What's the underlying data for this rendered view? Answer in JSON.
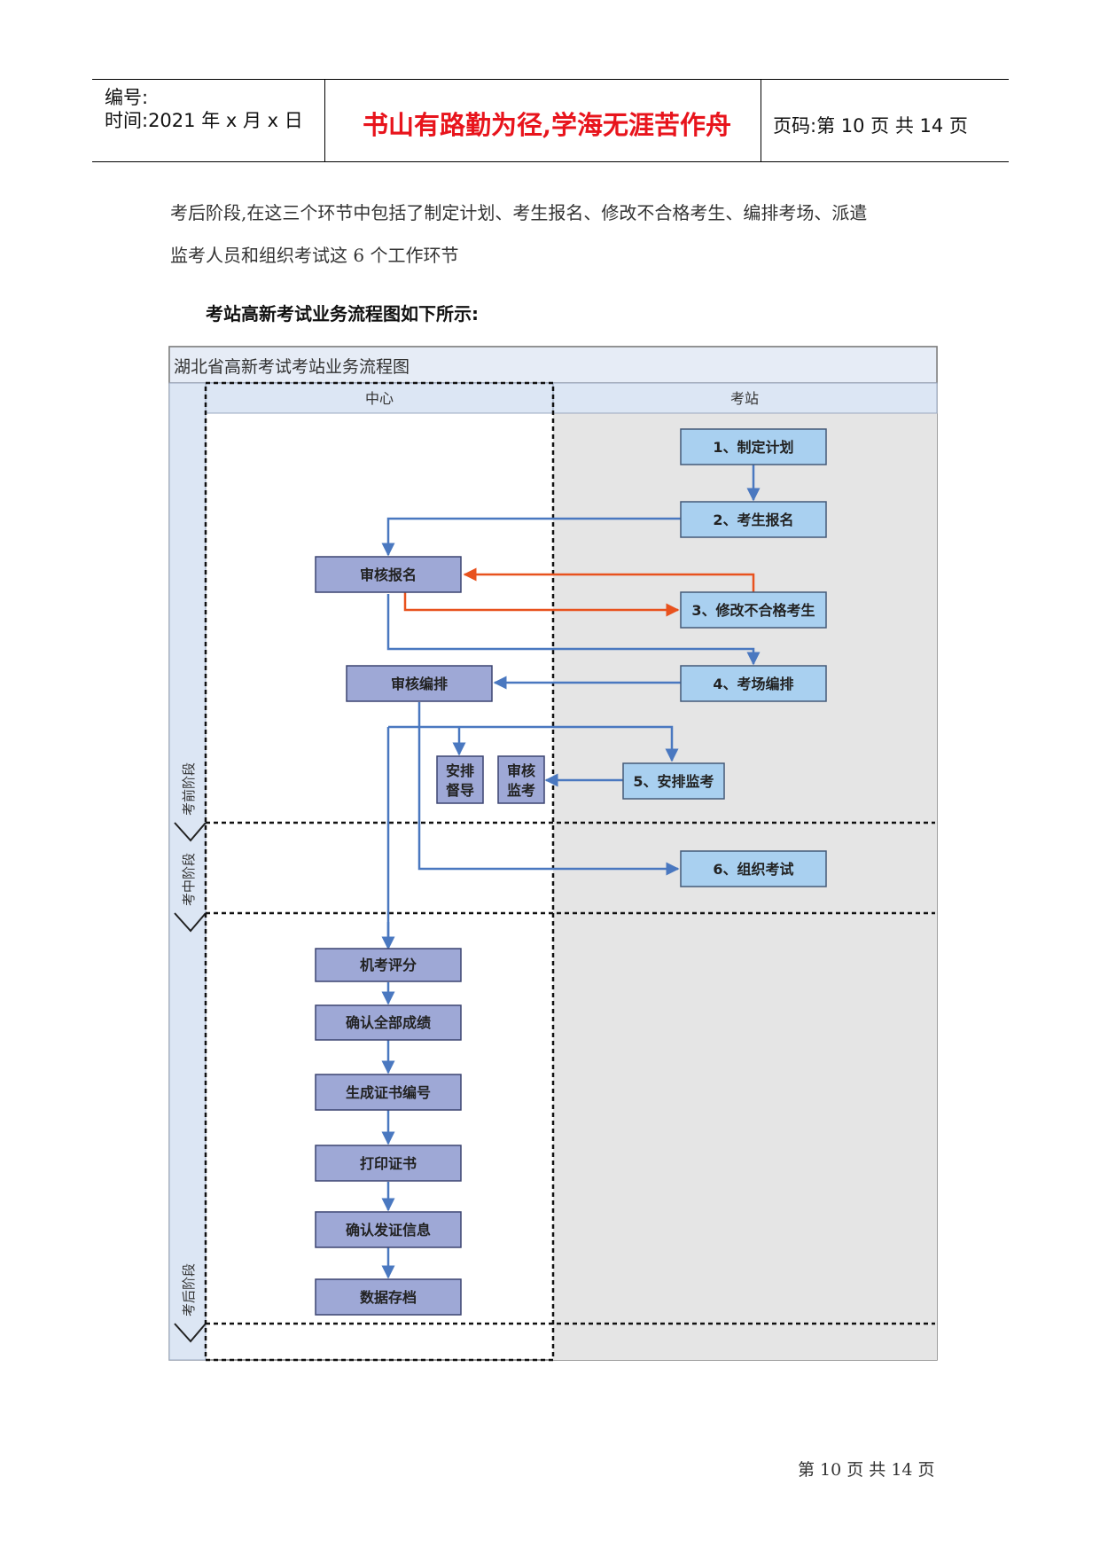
{
  "header": {
    "number_label": "编号:",
    "time_label": "时间:2021 年 x 月 x 日",
    "motto": "书山有路勤为径,学海无涯苦作舟",
    "page_info": "页码:第 10 页 共 14 页"
  },
  "body": {
    "line1": "考后阶段,在这三个环节中包括了制定计划、考生报名、修改不合格考生、编排考场、派遣",
    "line2": "监考人员和组织考试这 6 个工作环节",
    "caption": "考站高新考试业务流程图如下所示:"
  },
  "flowchart": {
    "title": "湖北省高新考试考站业务流程图",
    "lane_center": "中心",
    "lane_station": "考站",
    "phase_before": "考前阶段",
    "phase_during": "考中阶段",
    "phase_after": "考后阶段",
    "colors": {
      "station_box": "#a9d0f0",
      "center_box": "#9ea8d6",
      "arrow": "#4a78c0",
      "reject_arrow": "#e8521e",
      "lane_header": "#dce6f4",
      "station_bg": "#e5e5e5"
    },
    "nodes": {
      "plan": "1、制定计划",
      "register": "2、考生报名",
      "audit_register": "审核报名",
      "fix_unqualified": "3、修改不合格考生",
      "audit_arrange": "审核编排",
      "arrange_room": "4、考场编排",
      "arrange_supervise_1": "安排",
      "arrange_supervise_2": "督导",
      "audit_invigilate_1": "审核",
      "audit_invigilate_2": "监考",
      "arrange_invigilate": "5、安排监考",
      "organize_exam": "6、组织考试",
      "machine_score": "机考评分",
      "confirm_scores": "确认全部成绩",
      "gen_cert_no": "生成证书编号",
      "print_cert": "打印证书",
      "confirm_issue": "确认发证信息",
      "archive": "数据存档"
    }
  },
  "footer": {
    "page_text": "第 10 页 共 14 页"
  }
}
